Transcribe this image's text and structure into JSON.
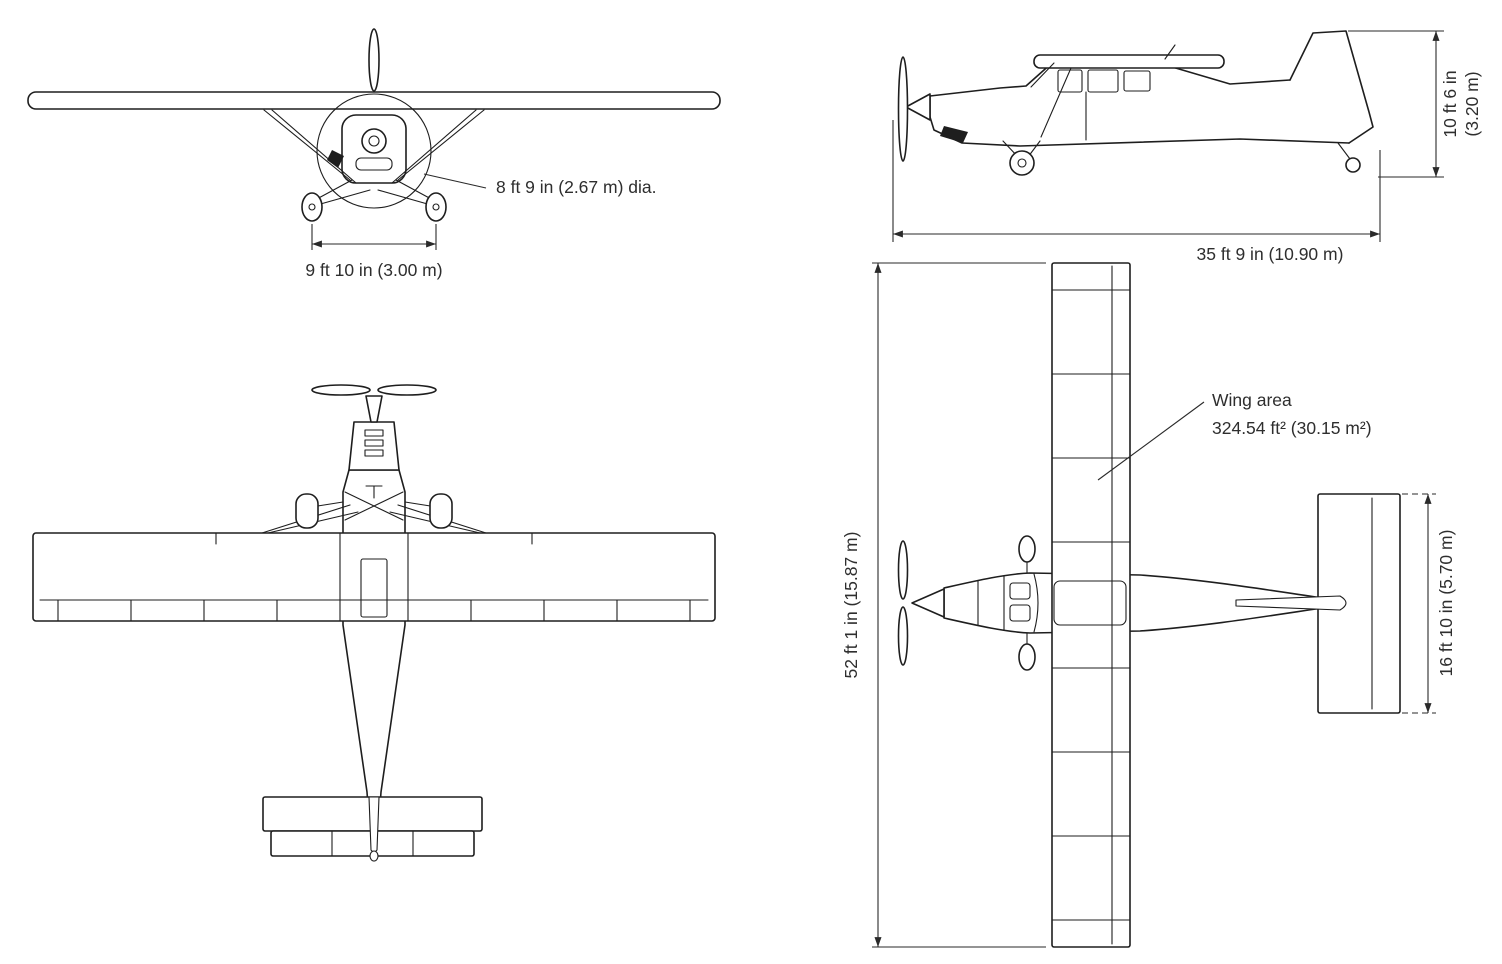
{
  "colors": {
    "ink": "#1e1e1e",
    "dimension": "#2a2a2a",
    "background": "#ffffff"
  },
  "views": {
    "front": {
      "propeller_diameter_label": "8 ft 9 in (2.67 m) dia.",
      "wheel_track_label": "9 ft 10 in (3.00 m)"
    },
    "side": {
      "height_label_line1": "10 ft 6 in",
      "height_label_line2": "(3.20 m)",
      "length_label": "35 ft 9 in (10.90 m)"
    },
    "top": {
      "wingspan_label": "52 ft 1 in (15.87 m)",
      "wing_area_label_line1": "Wing area",
      "wing_area_label_line2": "324.54 ft² (30.15 m²)",
      "tailplane_span_label": "16 ft 10 in (5.70 m)"
    }
  }
}
